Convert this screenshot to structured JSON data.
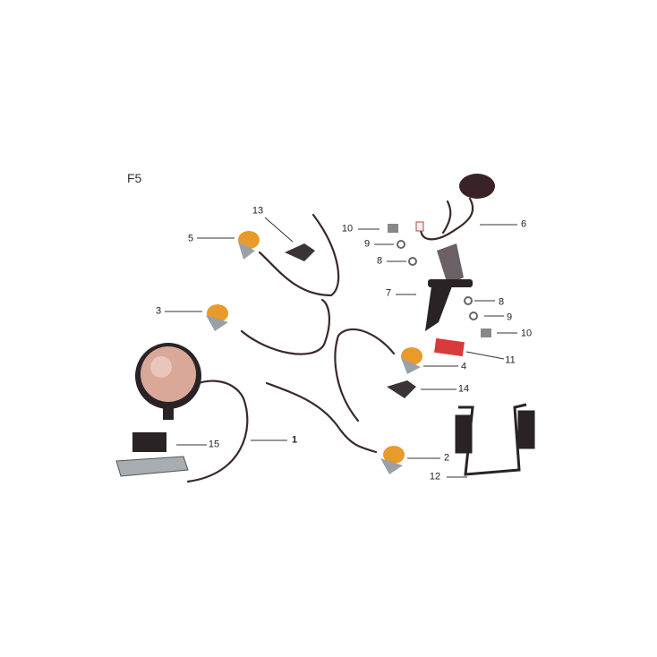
{
  "diagram": {
    "title": "F5",
    "callouts": [
      {
        "id": "c13",
        "text": "13",
        "part": "turn-signal-bracket"
      },
      {
        "id": "c5",
        "text": "5",
        "part": "turn-signal"
      },
      {
        "id": "c3",
        "text": "3",
        "part": "turn-signal"
      },
      {
        "id": "c10a",
        "text": "10",
        "part": "bolt"
      },
      {
        "id": "c9a",
        "text": "9",
        "part": "washer"
      },
      {
        "id": "c8a",
        "text": "8",
        "part": "washer"
      },
      {
        "id": "c7",
        "text": "7",
        "part": "license-plate-bracket"
      },
      {
        "id": "c6",
        "text": "6",
        "part": "tail-light"
      },
      {
        "id": "c8b",
        "text": "8",
        "part": "washer"
      },
      {
        "id": "c9b",
        "text": "9",
        "part": "washer"
      },
      {
        "id": "c10b",
        "text": "10",
        "part": "bolt"
      },
      {
        "id": "c11",
        "text": "11",
        "part": "reflector"
      },
      {
        "id": "c4",
        "text": "4",
        "part": "turn-signal"
      },
      {
        "id": "c14",
        "text": "14",
        "part": "turn-signal-bracket"
      },
      {
        "id": "c1",
        "text": "1",
        "part": "headlight"
      },
      {
        "id": "c15",
        "text": "15",
        "part": "headlight-bracket"
      },
      {
        "id": "c2",
        "text": "2",
        "part": "turn-signal"
      },
      {
        "id": "c12",
        "text": "12",
        "part": "frame-bracket"
      }
    ]
  },
  "colors": {
    "amber": "#e89a2a",
    "wire": "#3a2a28",
    "chrome": "#9aa0a8",
    "red": "#d83a3a",
    "dark": "#2a2326"
  }
}
